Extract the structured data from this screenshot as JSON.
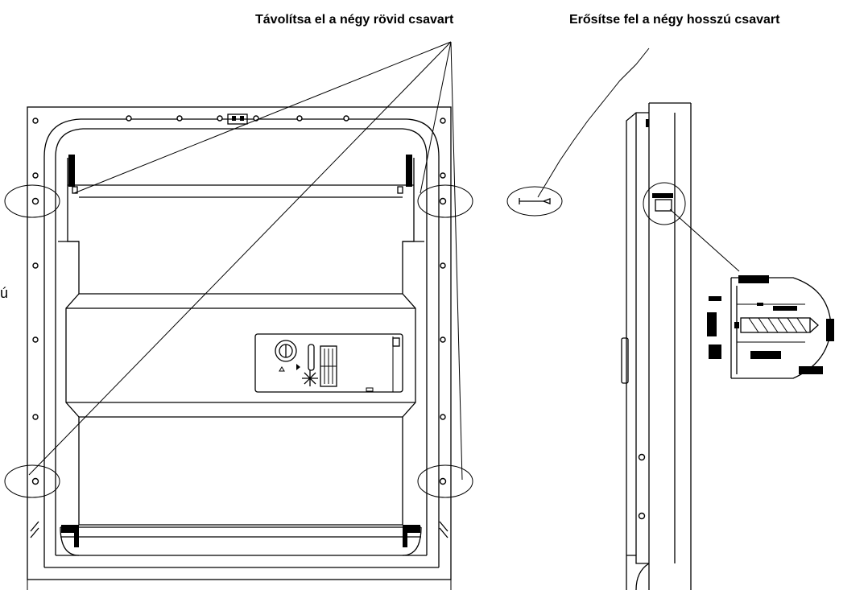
{
  "labels": {
    "remove_short_screws": "Távolítsa el a négy rövid csavart",
    "fasten_long_screws": "Erősítse fel a négy hosszú csavart",
    "cropped_left_text": "ú"
  }
}
